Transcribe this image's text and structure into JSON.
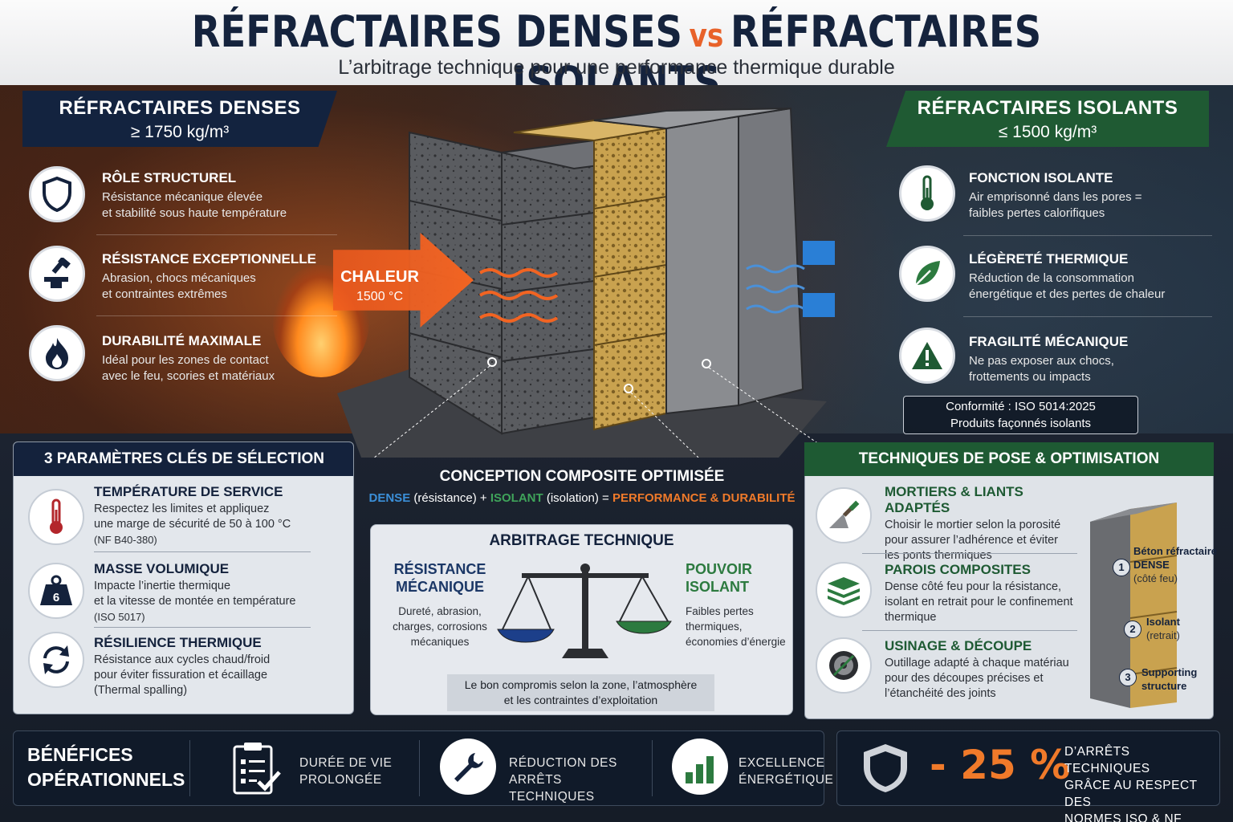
{
  "header": {
    "title_left": "RÉFRACTAIRES DENSES",
    "title_vs": "vs",
    "title_right": "RÉFRACTAIRES ISOLANTS",
    "subtitle": "L’arbitrage technique pour une performance thermique durable"
  },
  "dense": {
    "heading": "RÉFRACTAIRES DENSES",
    "density": "≥ 1750 kg/m³",
    "items": [
      {
        "title": "RÔLE STRUCTUREL",
        "line1": "Résistance mécanique élevée",
        "line2": "et stabilité sous haute température",
        "icon": "shield-icon"
      },
      {
        "title": "RÉSISTANCE EXCEPTIONNELLE",
        "line1": "Abrasion, chocs mécaniques",
        "line2": "et contraintes extrêmes",
        "icon": "anvil-hammer-icon"
      },
      {
        "title": "DURABILITÉ MAXIMALE",
        "line1": "Idéal pour les zones de contact",
        "line2": "avec le feu, scories et matériaux",
        "icon": "flame-icon"
      }
    ]
  },
  "insulating": {
    "heading": "RÉFRACTAIRES ISOLANTS",
    "density": "≤ 1500 kg/m³",
    "items": [
      {
        "title": "FONCTION ISOLANTE",
        "line1": "Air emprisonné dans les pores =",
        "line2": "faibles pertes calorifiques",
        "icon": "thermometer-icon"
      },
      {
        "title": "LÉGÈRETÉ THERMIQUE",
        "line1": "Réduction de la consommation",
        "line2": "énergétique et des pertes de chaleur",
        "icon": "leaf-icon"
      },
      {
        "title": "FRAGILITÉ MÉCANIQUE",
        "line1": "Ne pas exposer aux chocs,",
        "line2": "frottements ou impacts",
        "icon": "warning-icon"
      }
    ],
    "compliance_line1": "Conformité : ISO 5014:2025",
    "compliance_line2": "Produits façonnés isolants"
  },
  "heat": {
    "label": "CHALEUR",
    "temperature": "1500 °C"
  },
  "parameters": {
    "heading": "3 PARAMÈTRES CLÉS DE SÉLECTION",
    "items": [
      {
        "title": "TEMPÉRATURE DE SERVICE",
        "line1": "Respectez les limites et appliquez",
        "line2": "une marge de sécurité de 50 à 100 °C",
        "ref": "(NF B40-380)",
        "icon": "thermometer-icon"
      },
      {
        "title": "MASSE VOLUMIQUE",
        "line1": "Impacte l’inertie thermique",
        "line2": "et la vitesse de montée en température",
        "ref": "(ISO 5017)",
        "icon": "weight-icon",
        "badge": "6"
      },
      {
        "title": "RÉSILIENCE THERMIQUE",
        "line1": "Résistance aux cycles chaud/froid",
        "line2": "pour éviter fissuration et écaillage",
        "ref": "(Thermal spalling)",
        "icon": "cycle-arrows-icon"
      }
    ]
  },
  "composite": {
    "title": "CONCEPTION COMPOSITE OPTIMISÉE",
    "dense": "DENSE",
    "dense_note": "(résistance) +",
    "insulating": "ISOLANT",
    "insulating_note": "(isolation) =",
    "result": "PERFORMANCE & DURABILITÉ"
  },
  "arbitrage": {
    "title": "ARBITRAGE TECHNIQUE",
    "left_title1": "RÉSISTANCE",
    "left_title2": "MÉCANIQUE",
    "left_text1": "Dureté, abrasion,",
    "left_text2": "charges, corrosions",
    "left_text3": "mécaniques",
    "right_title1": "POUVOIR",
    "right_title2": "ISOLANT",
    "right_text1": "Faibles pertes",
    "right_text2": "thermiques,",
    "right_text3": "économies d’énergie",
    "note1": "Le bon compromis selon la zone, l’atmosphère",
    "note2": "et les contraintes d’exploitation",
    "colors": {
      "left": "#1c3f8a",
      "right": "#2c7a3f"
    }
  },
  "techniques": {
    "heading": "TECHNIQUES DE POSE & OPTIMISATION",
    "items": [
      {
        "title": "MORTIERS & LIANTS ADAPTÉS",
        "line1": "Choisir le mortier selon la porosité",
        "line2": "pour assurer l’adhérence et éviter",
        "line3": "les ponts thermiques",
        "icon": "trowel-icon"
      },
      {
        "title": "PAROIS COMPOSITES",
        "line1": "Dense côté feu pour la résistance,",
        "line2": "isolant en retrait pour le confinement",
        "line3": "thermique",
        "icon": "layers-icon"
      },
      {
        "title": "USINAGE & DÉCOUPE",
        "line1": "Outillage adapté à chaque matériau",
        "line2": "pour des découpes précises et",
        "line3": "l’étanchéité des joints",
        "icon": "saw-blade-icon"
      }
    ],
    "wall_labels": [
      {
        "num": "1",
        "title1": "Béton réfractaire",
        "title2": "DENSE",
        "sub": "(côté feu)"
      },
      {
        "num": "2",
        "title1": "Isolant",
        "sub": "(retrait)"
      },
      {
        "num": "3",
        "title1": "Supporting",
        "title2": "structure"
      }
    ]
  },
  "benefits": {
    "heading1": "BÉNÉFICES",
    "heading2": "OPÉRATIONNELS",
    "items": [
      {
        "line1": "DURÉE DE VIE",
        "line2": "PROLONGÉE",
        "icon": "clipboard-check-icon"
      },
      {
        "line1": "RÉDUCTION DES",
        "line2": "ARRÊTS TECHNIQUES",
        "icon": "wrench-icon"
      },
      {
        "line1": "EXCELLENCE",
        "line2": "ÉNERGÉTIQUE",
        "icon": "bar-chart-icon"
      }
    ]
  },
  "stat": {
    "value": "- 25 %",
    "line1": "D’ARRÊTS TECHNIQUES",
    "line2": "GRÂCE AU RESPECT DES",
    "line3": "NORMES ISO & NF",
    "icon": "shield-icon"
  },
  "colors": {
    "navy": "#14223c",
    "green": "#1f5a33",
    "orange": "#f07a2a",
    "blue": "#3b8fd8"
  }
}
